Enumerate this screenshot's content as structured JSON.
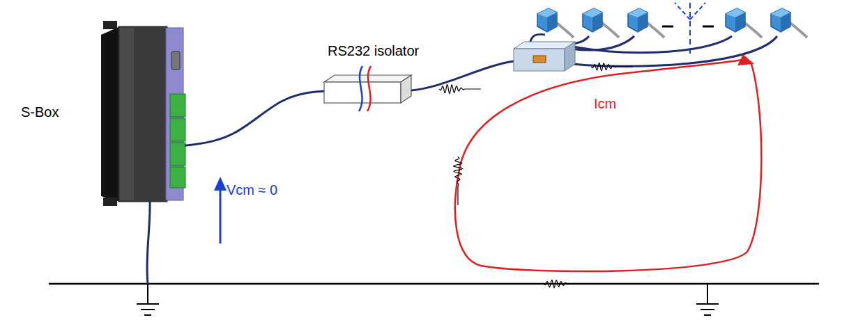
{
  "diagram": {
    "nodes": [
      {
        "text": [
          "S-Box"
        ]
      },
      {
        "text": [
          "RS232 isolator"
        ]
      }
    ],
    "edges": [
      {
        "from": 0,
        "to": 1,
        "arrow": "none"
      }
    ],
    "labels": [
      "Vcm ≈ 0",
      "Icm"
    ]
  }
}
